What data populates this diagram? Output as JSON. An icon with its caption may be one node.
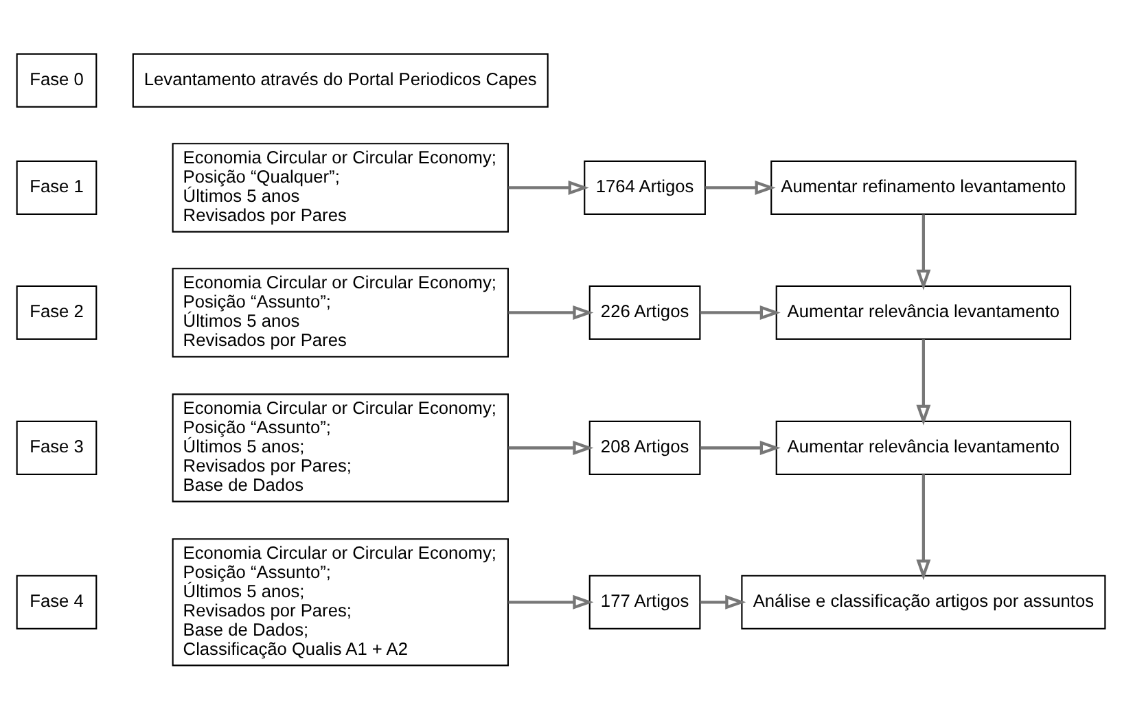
{
  "diagram": {
    "nodes": [
      {
        "text": [
          "Fase 0"
        ]
      },
      {
        "text": [
          "Levantamento através do Portal Periodicos Capes"
        ]
      },
      {
        "text": [
          "Fase 1"
        ]
      },
      {
        "text": [
          "Economia Circular or Circular Economy;",
          "Posição “Qualquer”;",
          "Últimos 5 anos",
          "Revisados por Pares"
        ]
      },
      {
        "text": [
          "1764 Artigos"
        ]
      },
      {
        "text": [
          "Aumentar refinamento levantamento"
        ]
      },
      {
        "text": [
          "Fase 2"
        ]
      },
      {
        "text": [
          "Economia Circular or Circular Economy;",
          "Posição “Assunto”;",
          "Últimos 5 anos",
          "Revisados por Pares"
        ]
      },
      {
        "text": [
          "226 Artigos"
        ]
      },
      {
        "text": [
          "Aumentar relevância levantamento"
        ]
      },
      {
        "text": [
          "Fase 3"
        ]
      },
      {
        "text": [
          "Economia Circular or Circular Economy;",
          "Posição “Assunto”;",
          "Últimos 5 anos;",
          "Revisados por Pares;",
          "Base de Dados"
        ]
      },
      {
        "text": [
          "208 Artigos"
        ]
      },
      {
        "text": [
          "Aumentar relevância levantamento"
        ]
      },
      {
        "text": [
          "Fase 4"
        ]
      },
      {
        "text": [
          "Economia Circular or Circular Economy;",
          "Posição “Assunto”;",
          "Últimos 5 anos;",
          "Revisados por Pares;",
          "Base de Dados;",
          "Classificação Qualis A1 + A2"
        ]
      },
      {
        "text": [
          "177 Artigos"
        ]
      },
      {
        "text": [
          "Análise e classificação artigos por assuntos"
        ]
      }
    ],
    "edges": [
      {
        "from": 3,
        "to": 4,
        "arrow": "to"
      },
      {
        "from": 4,
        "to": 5,
        "arrow": "to"
      },
      {
        "from": 5,
        "to": 9,
        "arrow": "to"
      },
      {
        "from": 7,
        "to": 8,
        "arrow": "to"
      },
      {
        "from": 8,
        "to": 9,
        "arrow": "to"
      },
      {
        "from": 9,
        "to": 13,
        "arrow": "to"
      },
      {
        "from": 11,
        "to": 12,
        "arrow": "to"
      },
      {
        "from": 12,
        "to": 13,
        "arrow": "to"
      },
      {
        "from": 13,
        "to": 17,
        "arrow": "to"
      },
      {
        "from": 15,
        "to": 16,
        "arrow": "to"
      },
      {
        "from": 16,
        "to": 17,
        "arrow": "to"
      }
    ]
  }
}
